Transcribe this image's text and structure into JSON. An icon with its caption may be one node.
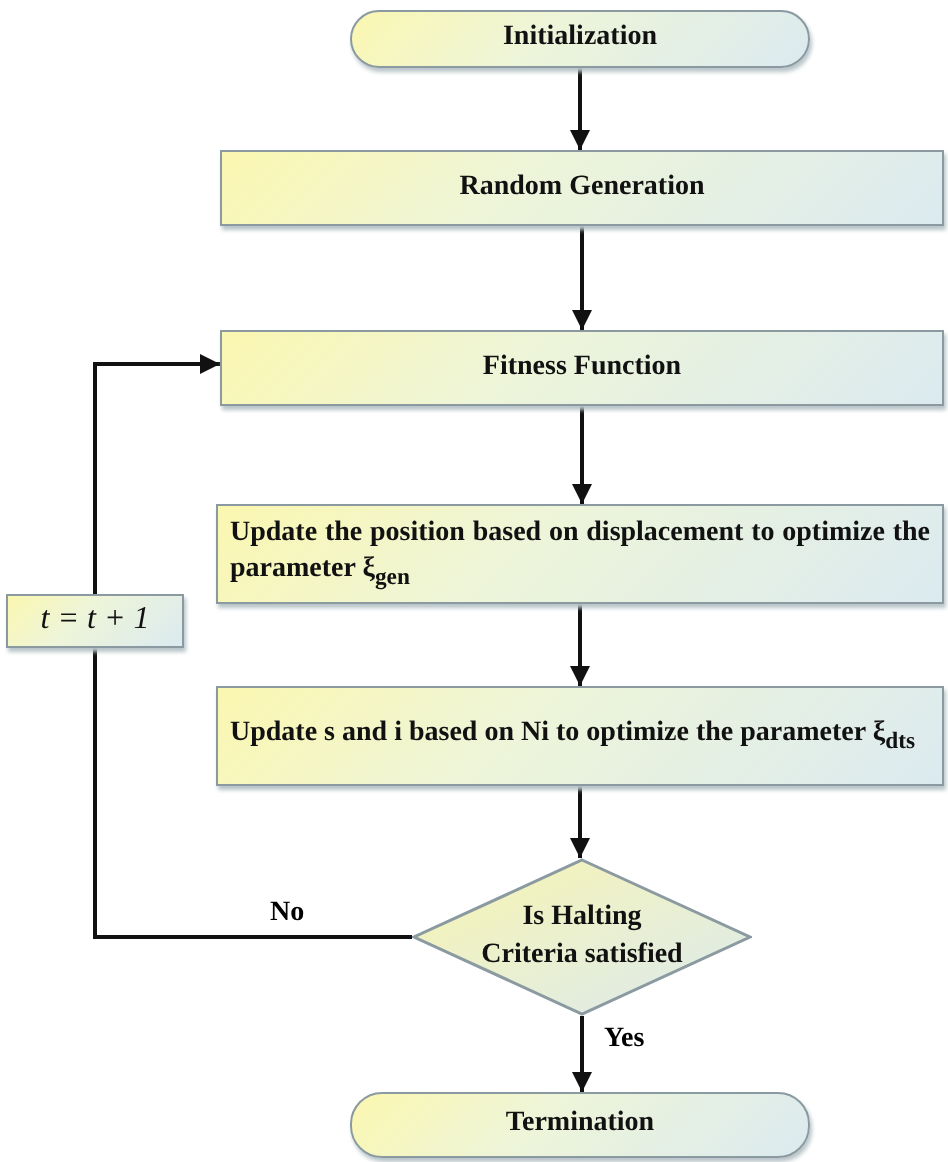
{
  "diagram": {
    "nodes": [
      {
        "text": [
          "Initialization"
        ]
      },
      {
        "text": [
          "Random Generation"
        ]
      },
      {
        "text": [
          "Fitness Function"
        ]
      },
      {
        "text": [
          "Update the position based on displacement to optimize the parameter ξ$_{gen}$"
        ]
      },
      {
        "text": [
          "Update s and i based on Ni to optimize the parameter ξ$_{dts}$"
        ]
      },
      {
        "text": [
          "Is Halting Criteria satisfied"
        ]
      },
      {
        "text": [
          "Termination"
        ]
      },
      {
        "text": [
          "t = t + 1"
        ]
      }
    ],
    "edges": [
      {
        "from": 0,
        "to": 1,
        "arrow": "to"
      },
      {
        "from": 1,
        "to": 2,
        "arrow": "to"
      },
      {
        "from": 2,
        "to": 3,
        "arrow": "to"
      },
      {
        "from": 3,
        "to": 4,
        "arrow": "to"
      },
      {
        "from": 4,
        "to": 5,
        "arrow": "to"
      },
      {
        "from": 5,
        "to": 6,
        "arrow": "to",
        "label": "Yes"
      },
      {
        "from": 5,
        "to": 7,
        "arrow": "none",
        "label": "No"
      },
      {
        "from": 7,
        "to": 2,
        "arrow": "to"
      }
    ]
  }
}
